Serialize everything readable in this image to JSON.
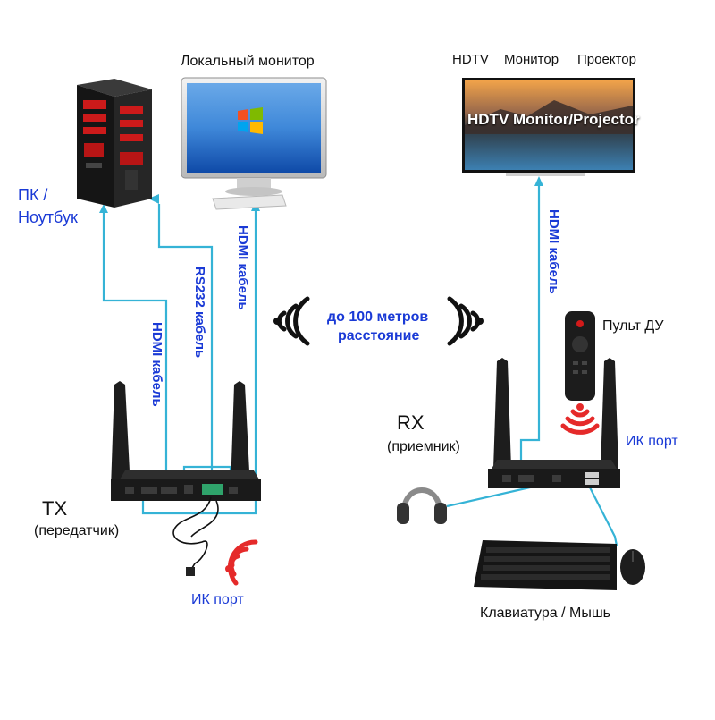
{
  "labels": {
    "local_monitor": "Локальный монитор",
    "pc_line1": "ПК /",
    "pc_line2": "Ноутбук",
    "hdtv": "HDTV",
    "monitor": "Монитор",
    "projector": "Проектор",
    "tv_screen_text": "HDTV Monitor/Projector",
    "hdmi_cable_tx": "HDMI кабель",
    "rs232_cable": "RS232 кабель",
    "hdmi_cable_monitor": "HDMI кабель",
    "hdmi_cable_rx": "HDMI кабель",
    "distance_line1": "до 100 метров",
    "distance_line2": "расстояние",
    "remote": "Пульт ДУ",
    "rx": "RX",
    "rx_sub": "(приемник)",
    "ir_port_rx": "ИК порт",
    "tx": "TX",
    "tx_sub": "(передатчик)",
    "ir_port_tx": "ИК порт",
    "keyboard_mouse": "Клавиатура / Мышь"
  },
  "colors": {
    "cable": "#35b3d6",
    "label_blue": "#1a3ad6",
    "signal_red": "#e52a2a",
    "device_dark": "#1b1b1b",
    "accent_red": "#d21a1a"
  },
  "icons": [
    "pc-tower-icon",
    "monitor-icon",
    "tv-icon",
    "tx-device-icon",
    "rx-device-icon",
    "antenna-icon",
    "headphones-icon",
    "keyboard-icon",
    "mouse-icon",
    "remote-icon",
    "ir-receiver-icon",
    "wireless-signal-icon"
  ]
}
